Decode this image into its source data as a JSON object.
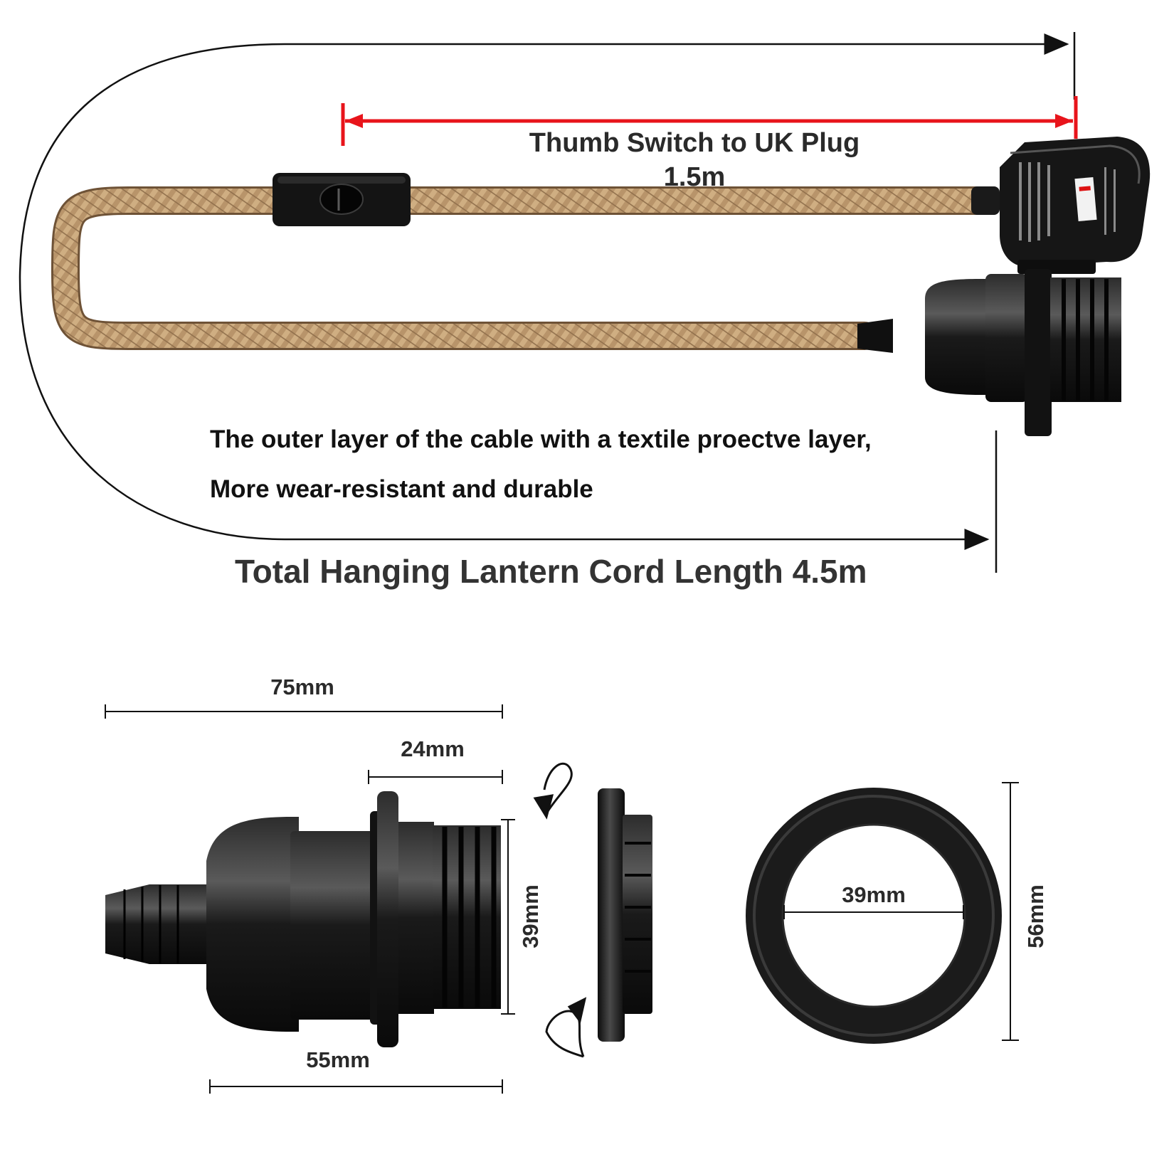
{
  "colors": {
    "background": "#ffffff",
    "ink": "#111111",
    "text": "#2a2a2a",
    "accent_red": "#e8141b",
    "cable_light": "#cfae82",
    "cable_dark": "#9a7650",
    "plastic_black": "#141414",
    "plastic_highlight": "#4a4a4a"
  },
  "top_section": {
    "thumb_switch_label": "Thumb Switch to UK Plug",
    "thumb_switch_length": "1.5m",
    "cable_note_line1": "The outer layer of the cable with a textile proectve layer,",
    "cable_note_line2": "More wear-resistant and durable",
    "total_label": "Total Hanging Lantern Cord Length",
    "total_length": "4.5m"
  },
  "bottom_section": {
    "holder_total_length": "75mm",
    "holder_thread_length": "24mm",
    "holder_diameter": "39mm",
    "holder_body_length": "55mm",
    "ring_inner_diameter": "39mm",
    "ring_outer_diameter": "56mm"
  },
  "icons": {
    "rotate_top": "rotate-arrow-icon",
    "rotate_bottom": "rotate-arrow-icon"
  }
}
